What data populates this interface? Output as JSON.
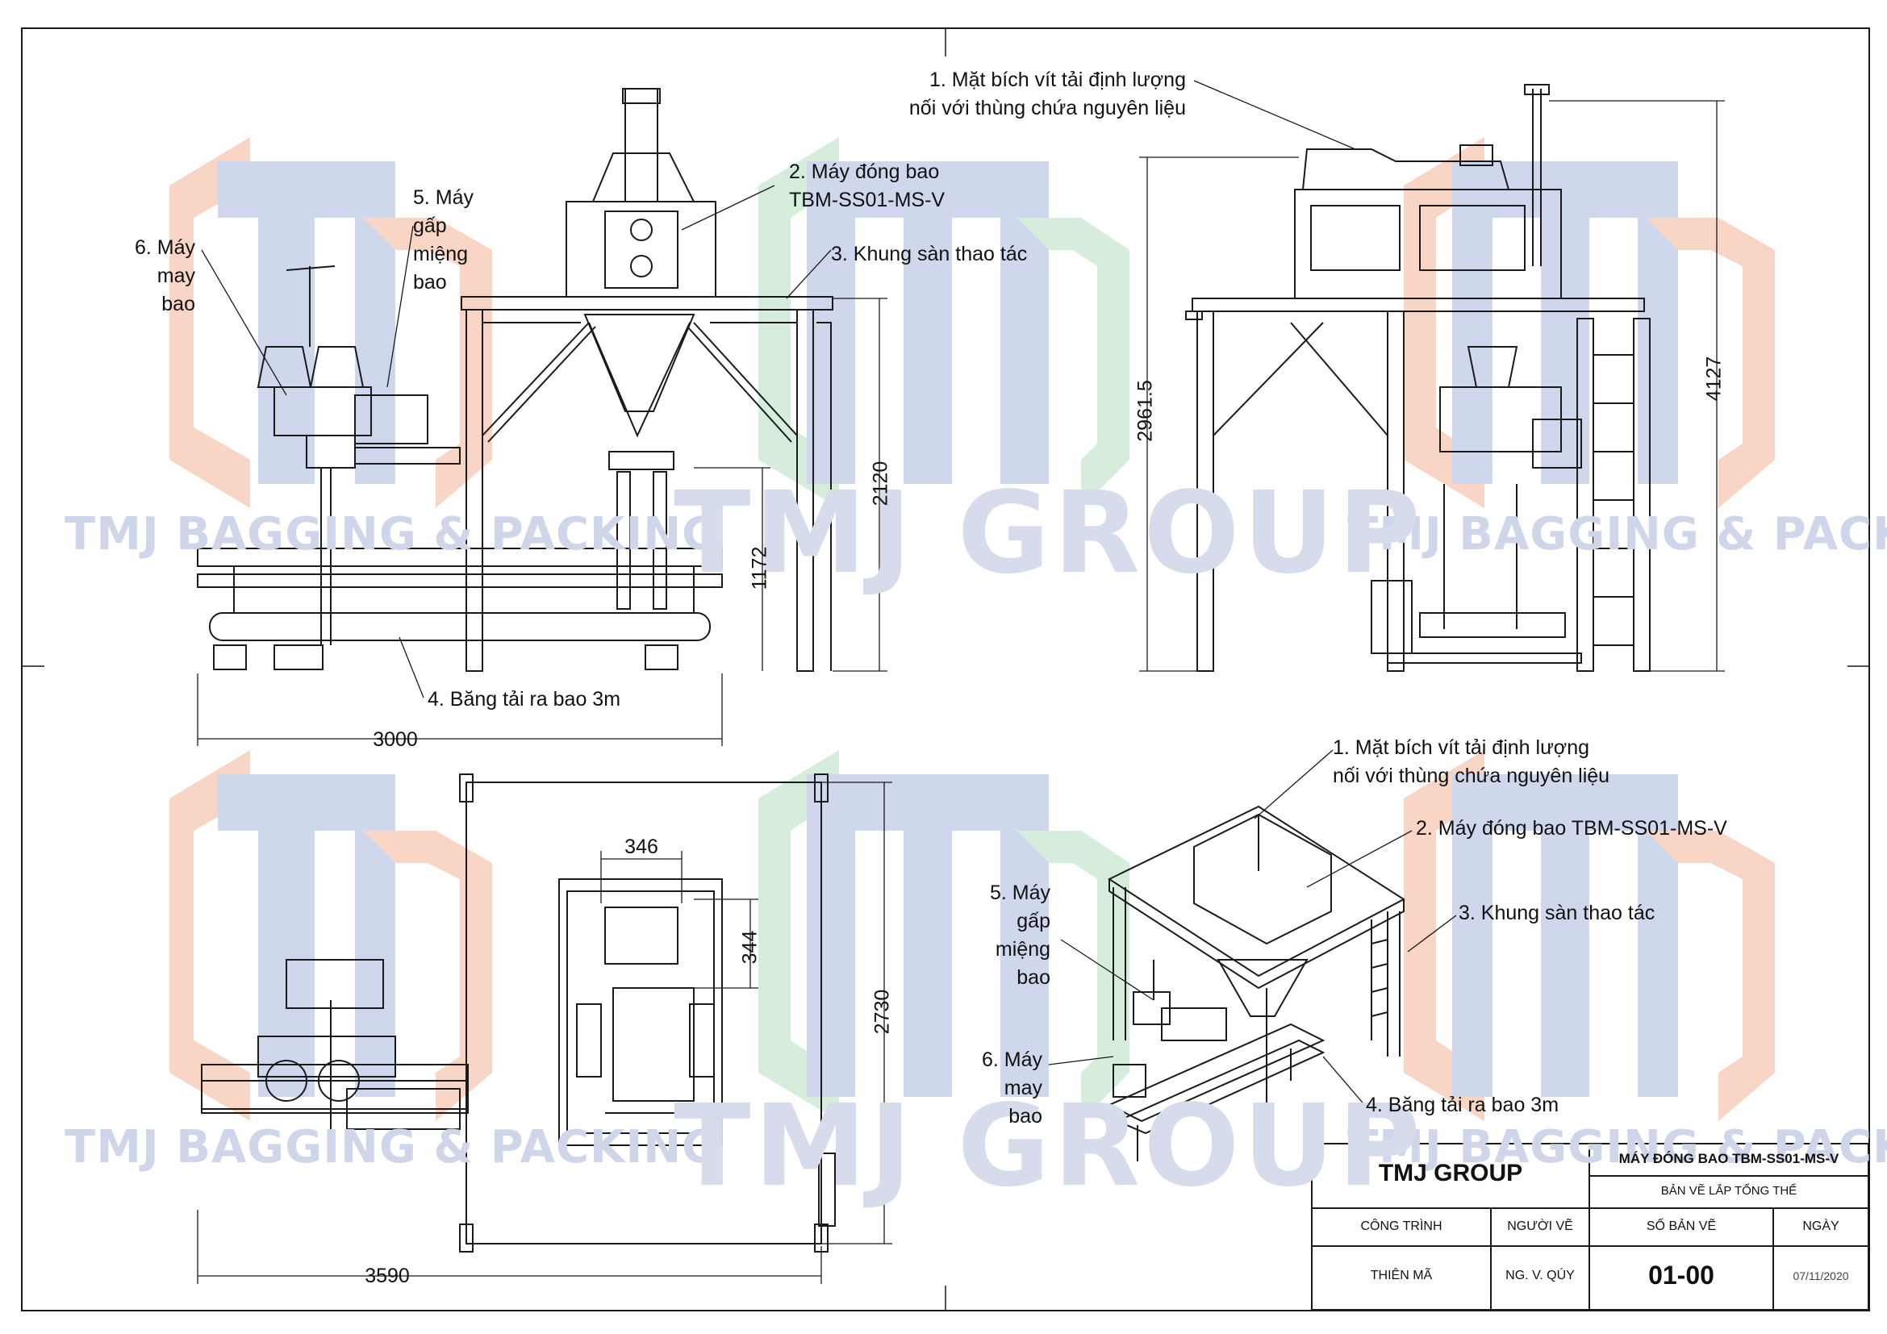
{
  "watermark": {
    "small": [
      "TMJ BAGGING & PACKING",
      "TMJ BAGGING & PACKING",
      "TMJ BAGGING & PACKING",
      "TMJ BAGGING & PACKING"
    ],
    "big": [
      "TMJ GROUP",
      "TMJ GROUP"
    ]
  },
  "labels": {
    "front": {
      "sewing_machine": [
        "6. Máy",
        "may",
        "bao"
      ],
      "folding_machine": [
        "5. Máy",
        "gấp",
        "miệng",
        "bao"
      ],
      "bagging_machine": [
        "2. Máy đóng bao",
        "TBM-SS01-MS-V"
      ],
      "frame": "3. Khung sàn thao tác",
      "conveyor": "4. Băng tải ra bao 3m"
    },
    "side": {
      "flange": [
        "1. Mặt bích vít tải định lượng",
        "nối với thùng chứa nguyên liệu"
      ]
    },
    "iso": {
      "flange": [
        "1. Mặt bích vít tải định lượng",
        "nối với thùng chứa nguyên liệu"
      ],
      "bagging_machine": "2. Máy đóng bao TBM-SS01-MS-V",
      "frame": "3. Khung sàn thao tác",
      "folding_machine": [
        "5. Máy",
        "gấp",
        "miệng",
        "bao"
      ],
      "sewing_machine": [
        "6. Máy",
        "may",
        "bao"
      ],
      "conveyor": "4. Băng tải ra bao 3m"
    }
  },
  "dimensions": {
    "front_height_total": "2120",
    "front_height_spout": "1172",
    "front_width": "3000",
    "side_height_platform": "2961.5",
    "side_height_total": "4127",
    "plan_width": "3590",
    "plan_depth": "2730",
    "plan_hopper_w": "346",
    "plan_hopper_h": "344"
  },
  "title_block": {
    "company": "TMJ GROUP",
    "product": "MÁY ĐÓNG BAO TBM-SS01-MS-V",
    "drawing_type": "BẢN VẼ LẮP TỔNG THỂ",
    "col_project": "CÔNG TRÌNH",
    "col_drawer": "NGƯỜI VẼ",
    "col_number": "SỐ BẢN VẼ",
    "col_date": "NGÀY",
    "project": "THIÊN MÃ",
    "drawer": "NG. V. QÚY",
    "number": "01-00",
    "date": "07/11/2020"
  },
  "colors": {
    "logo_orange": "#f8d3c2",
    "logo_blue": "#cdd5ec",
    "logo_green": "#d3ecd8",
    "line": "#1a1a1a"
  }
}
